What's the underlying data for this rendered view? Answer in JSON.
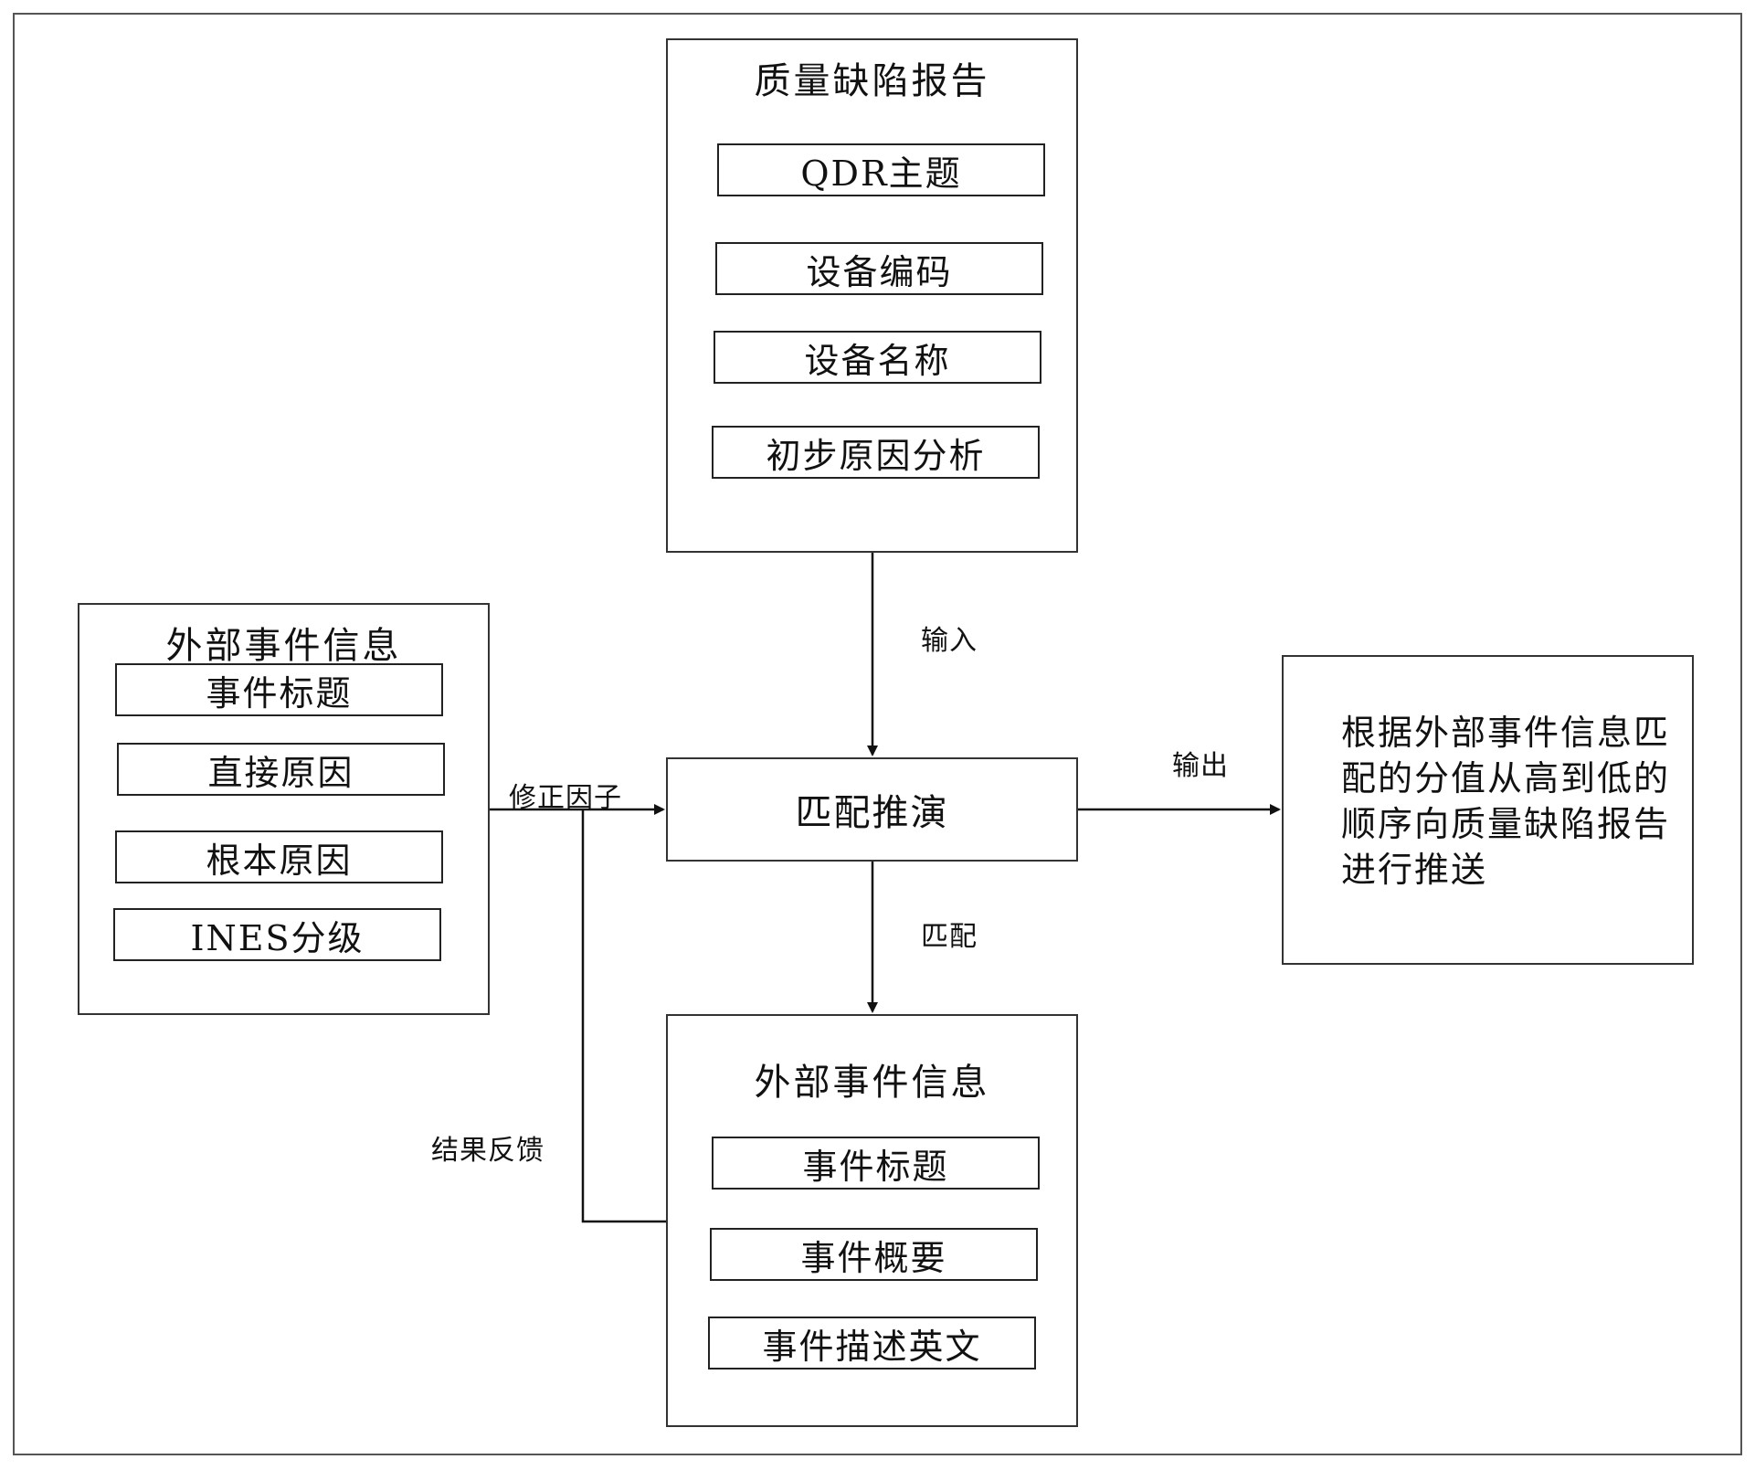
{
  "qdr": {
    "title": "质量缺陷报告",
    "fields": [
      "QDR主题",
      "设备编码",
      "设备名称",
      "初步原因分析"
    ]
  },
  "external_left": {
    "title": "外部事件信息",
    "fields": [
      "事件标题",
      "直接原因",
      "根本原因",
      "INES分级"
    ]
  },
  "match": {
    "label": "匹配推演"
  },
  "external_bottom": {
    "title": "外部事件信息",
    "fields": [
      "事件标题",
      "事件概要",
      "事件描述英文"
    ]
  },
  "result": {
    "lines": [
      "根据外部事件信息匹",
      "配的分值从高到低的",
      "顺序向质量缺陷报告",
      "进行推送"
    ]
  },
  "edges": {
    "input": "输入",
    "output": "输出",
    "match": "匹配",
    "correction": "修正因子",
    "feedback": "结果反馈"
  }
}
